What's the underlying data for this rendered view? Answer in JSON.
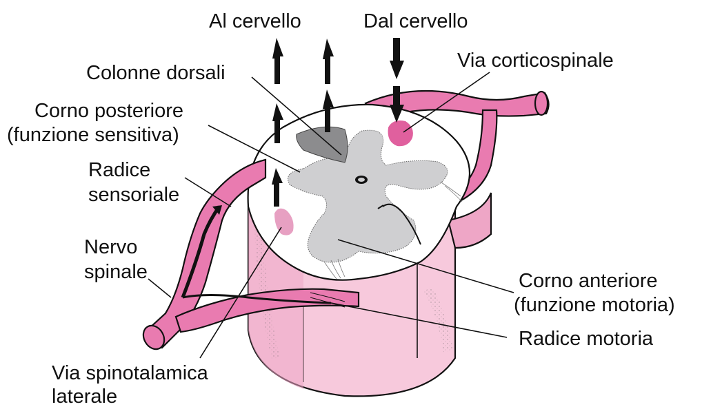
{
  "labels": {
    "al_cervello": "Al cervello",
    "dal_cervello": "Dal cervello",
    "colonne_dorsali": "Colonne dorsali",
    "via_corticospinale": "Via corticospinale",
    "corno_posteriore_1": "Corno posteriore",
    "corno_posteriore_2": "(funzione sensitiva)",
    "radice_sensoriale_1": "Radice",
    "radice_sensoriale_2": "sensoriale",
    "nervo_spinale_1": "Nervo",
    "nervo_spinale_2": "spinale",
    "corno_anteriore_1": "Corno anteriore",
    "corno_anteriore_2": "(funzione motoria)",
    "radice_motoria": "Radice motoria",
    "via_spinotalamica_1": "Via spinotalamica",
    "via_spinotalamica_2": "laterale"
  },
  "colors": {
    "nerve_pink": "#e97bb0",
    "cord_pink": "#f7c9dc",
    "cord_pink_dark": "#eea6c6",
    "tract_magenta": "#e0609e",
    "tract_light": "#e7a0c2",
    "gray_matter": "#cfcfd1",
    "dorsal_column": "#8c8c8e",
    "arrow_black": "#111111",
    "background": "#ffffff"
  }
}
